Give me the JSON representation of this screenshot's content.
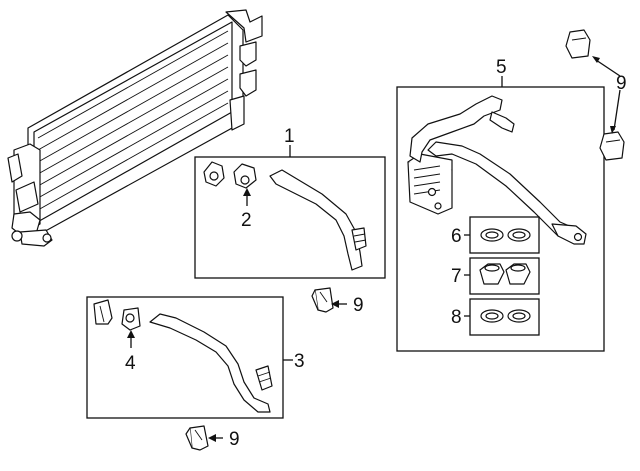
{
  "callouts": {
    "c1": "1",
    "c2": "2",
    "c3": "3",
    "c4": "4",
    "c5": "5",
    "c6": "6",
    "c7": "7",
    "c8": "8",
    "c9_top": "9",
    "c9_mid": "9",
    "c9_bottom": "9"
  }
}
